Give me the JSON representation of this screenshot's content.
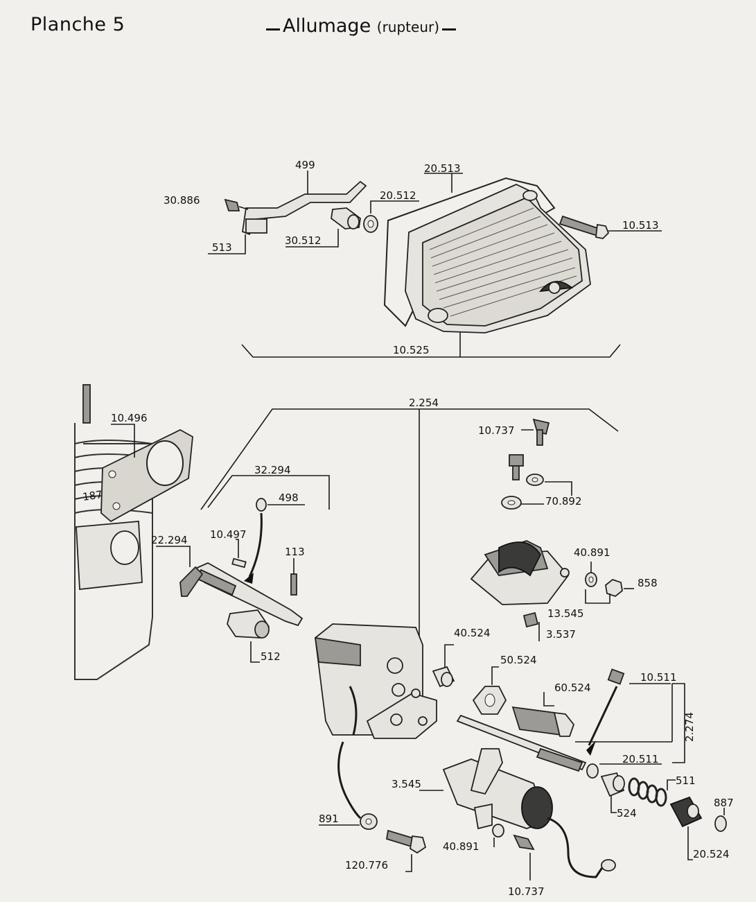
{
  "header": {
    "plate": "Planche 5",
    "title_main": "Allumage",
    "title_sub": "(rupteur)"
  },
  "labels": {
    "p499": "499",
    "p30886": "30.886",
    "p513": "513",
    "p30512": "30.512",
    "p20512": "20.512",
    "p20513": "20.513",
    "p10513": "10.513",
    "p10525": "10.525",
    "p2254": "2.254",
    "p10496": "10.496",
    "p32294": "32.294",
    "p498": "498",
    "p10497": "10.497",
    "p113": "113",
    "p22294": "22.294",
    "p512": "512",
    "p10737a": "10.737",
    "p70892": "70.892",
    "p40891a": "40.891",
    "p858": "858",
    "p13545": "13.545",
    "p3537": "3.537",
    "p40524": "40.524",
    "p50524": "50.524",
    "p60524": "60.524",
    "p10511": "10.511",
    "p2274": "2.274",
    "p20511": "20.511",
    "p511": "511",
    "p3545": "3.545",
    "p524": "524",
    "p887": "887",
    "p891": "891",
    "p40891b": "40.891",
    "p120776": "120.776",
    "p10737b": "10.737",
    "p20524": "20.524",
    "engine_mark": "187"
  },
  "colors": {
    "ink": "#161616",
    "paper": "#f1f0ec",
    "part_fill": "#e6e4de",
    "shade": "#9c9a94"
  }
}
